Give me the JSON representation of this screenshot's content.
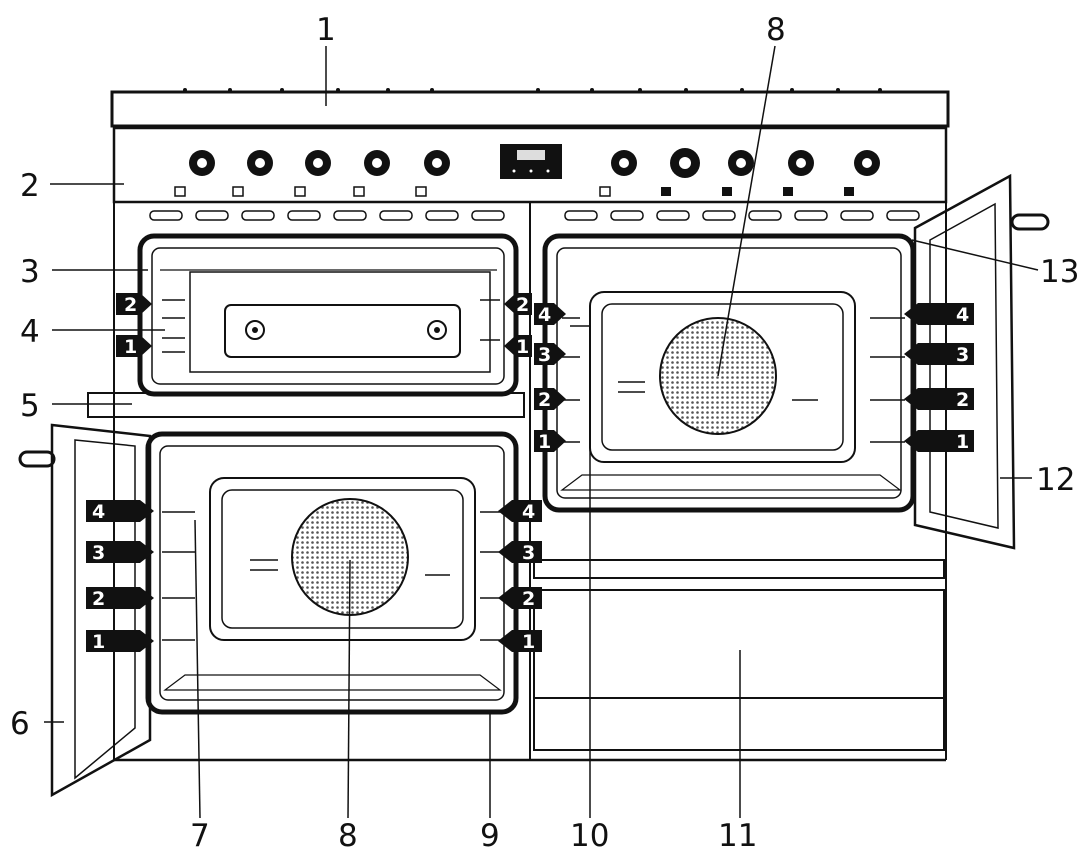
{
  "callouts": {
    "c1": "1",
    "c2": "2",
    "c3": "3",
    "c4": "4",
    "c5": "5",
    "c6": "6",
    "c7": "7",
    "c8_top": "8",
    "c8_bottom": "8",
    "c9": "9",
    "c10": "10",
    "c11": "11",
    "c12": "12",
    "c13": "13"
  },
  "shelf_levels": {
    "top_left_oven": [
      "2",
      "1"
    ],
    "left_oven": [
      "4",
      "3",
      "2",
      "1"
    ],
    "right_oven": [
      "4",
      "3",
      "2",
      "1"
    ]
  },
  "colors": {
    "ink": "#111111",
    "paper": "#ffffff",
    "fan_grey": "#6b6b6b"
  }
}
